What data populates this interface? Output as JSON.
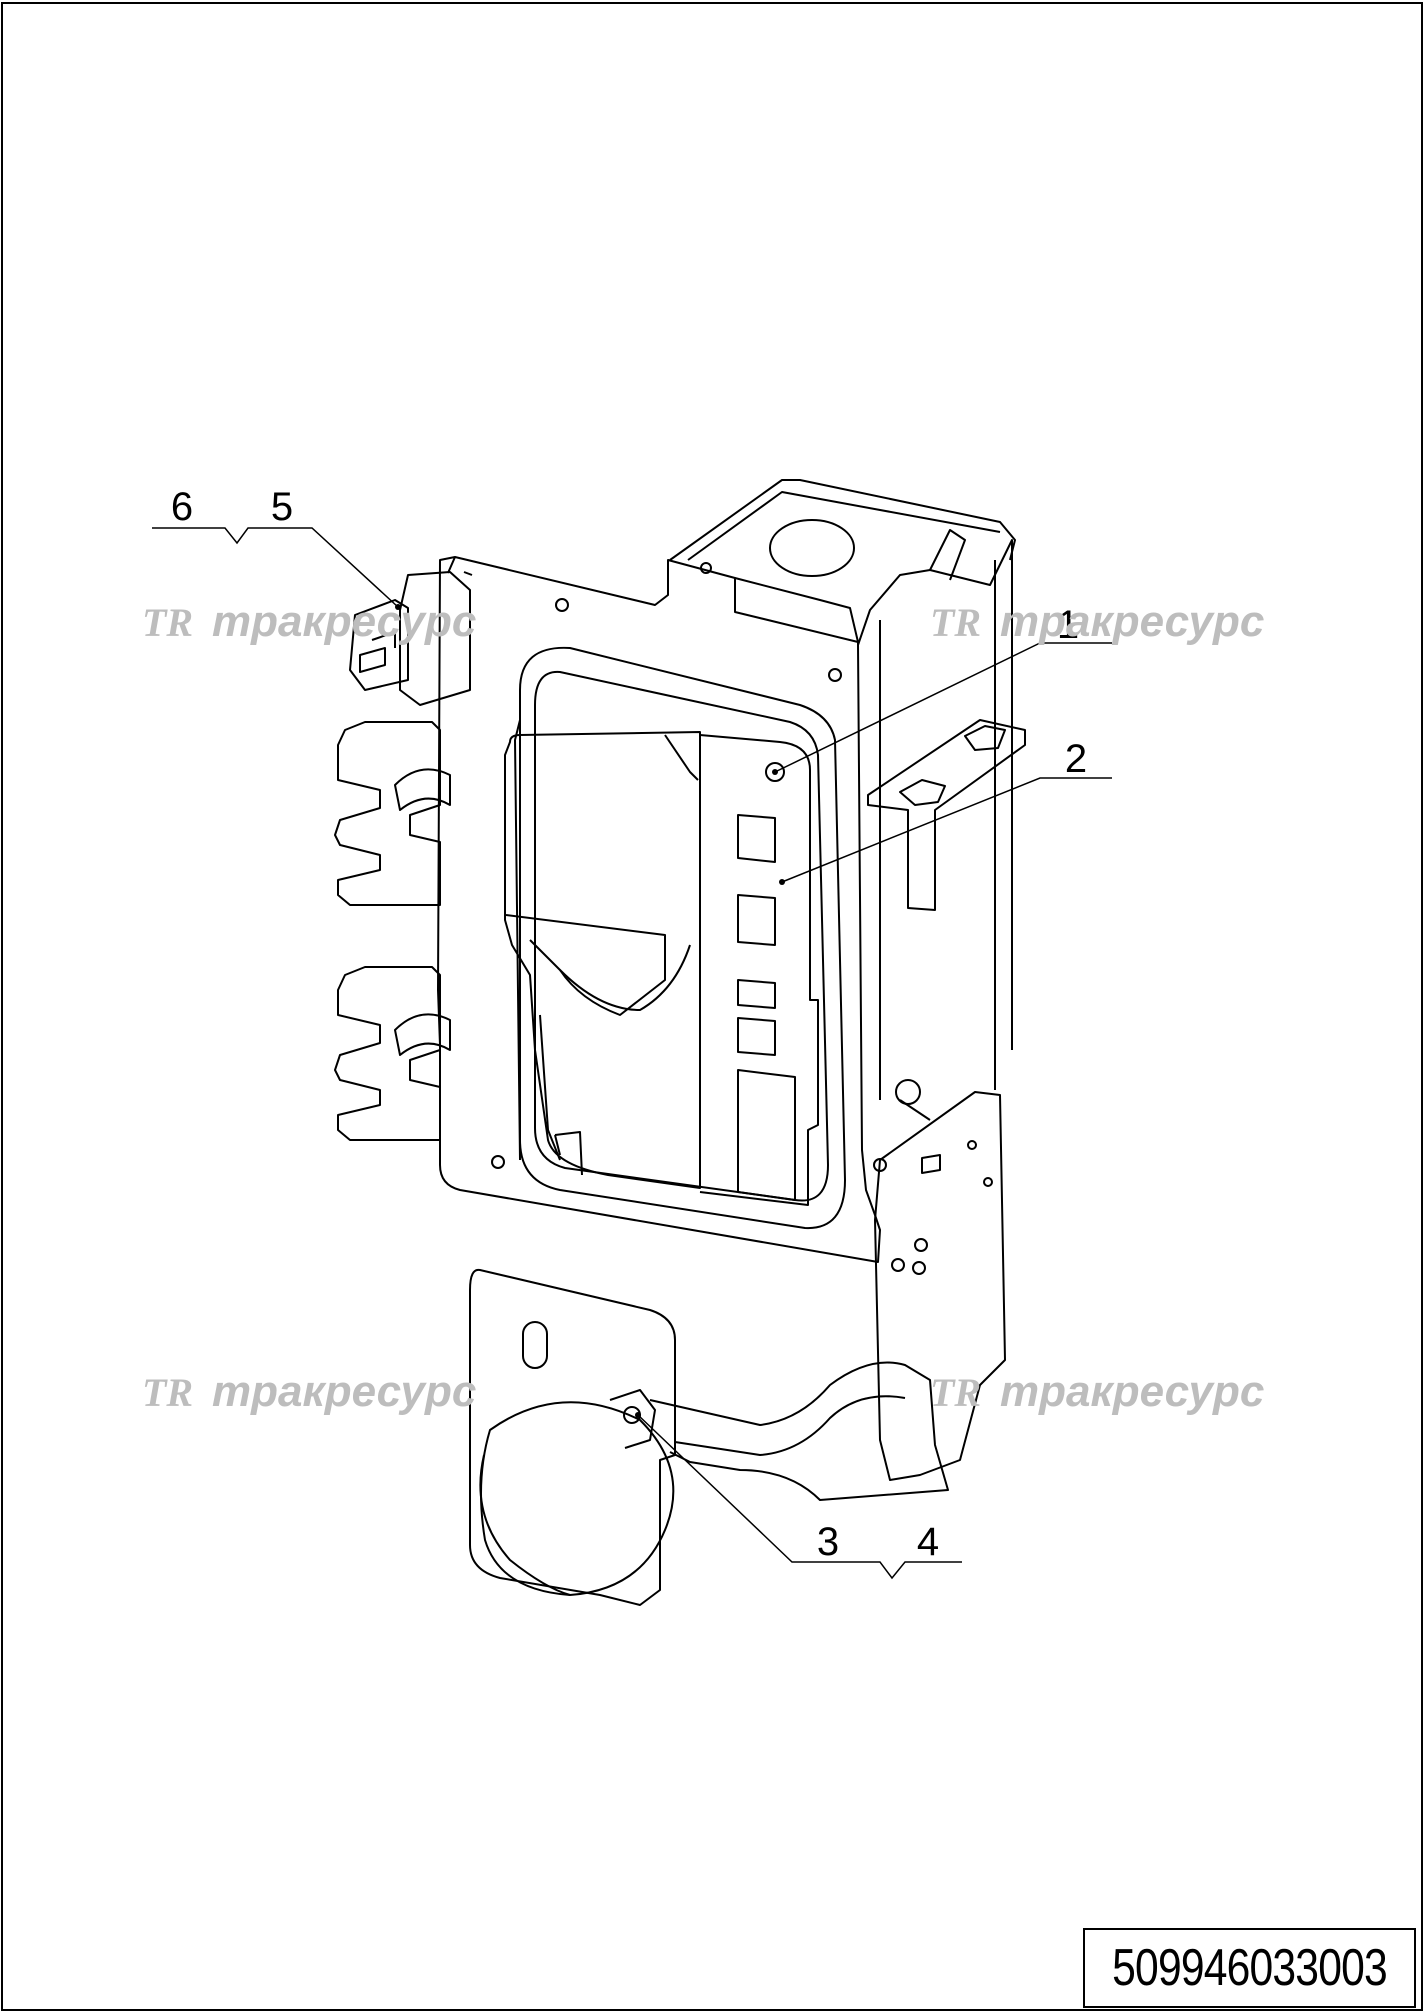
{
  "callouts": [
    {
      "id": "1",
      "label": "1"
    },
    {
      "id": "2",
      "label": "2"
    },
    {
      "id": "3",
      "label": "3"
    },
    {
      "id": "4",
      "label": "4"
    },
    {
      "id": "5",
      "label": "5"
    },
    {
      "id": "6",
      "label": "6"
    }
  ],
  "watermark": {
    "logo": "TR",
    "text": "тракресурс"
  },
  "document_number": "509946033003"
}
